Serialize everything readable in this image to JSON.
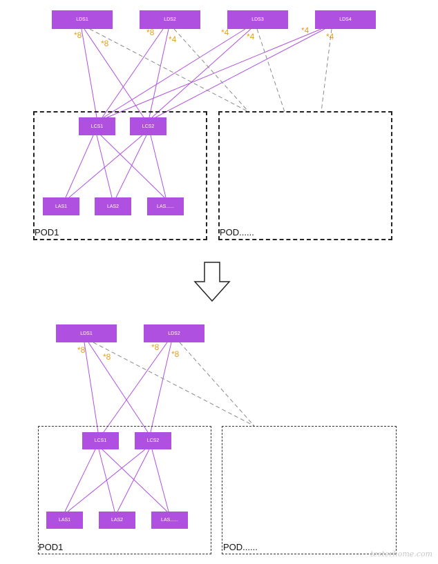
{
  "top": {
    "spines": [
      {
        "label": "LDS1"
      },
      {
        "label": "LDS2"
      },
      {
        "label": "LDS3"
      },
      {
        "label": "LDS4"
      }
    ],
    "pod_spines": [
      {
        "label": "LCS1"
      },
      {
        "label": "LCS2"
      }
    ],
    "leaves": [
      {
        "label": "LAS1"
      },
      {
        "label": "LAS2"
      },
      {
        "label": "LAS......"
      }
    ],
    "multipliers": [
      "*8",
      "*8",
      "*8",
      "*4",
      "*4",
      "*4",
      "*4",
      "*4"
    ],
    "pod1_label": "POD1",
    "pod2_label": "POD......"
  },
  "bottom": {
    "spines": [
      {
        "label": "LDS1"
      },
      {
        "label": "LDS2"
      }
    ],
    "pod_spines": [
      {
        "label": "LCS1"
      },
      {
        "label": "LCS2"
      }
    ],
    "leaves": [
      {
        "label": "LAS1"
      },
      {
        "label": "LAS2"
      },
      {
        "label": "LAS......"
      }
    ],
    "multipliers": [
      "*8",
      "*8",
      "*8",
      "*8"
    ],
    "pod1_label": "POD1",
    "pod2_label": "POD......"
  },
  "colors": {
    "node": "#b050e0",
    "link": "#b050e0",
    "dashed_link": "#888888",
    "multiplier": "#e8a020"
  },
  "watermark": "testerhome.com"
}
